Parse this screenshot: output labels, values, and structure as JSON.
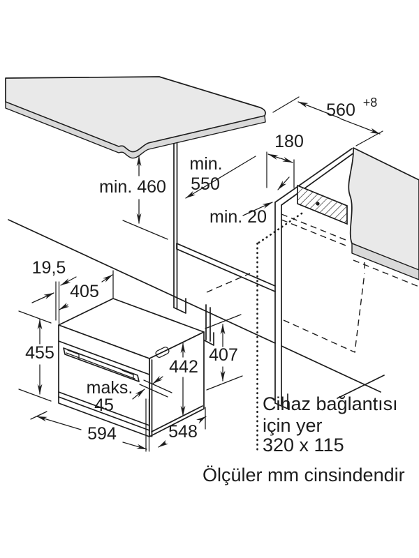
{
  "upper_dimensions": {
    "niche_height": "min. 460",
    "niche_depth_line1": "min.",
    "niche_depth_line2": "550",
    "connection_offset": "180",
    "niche_width": "560",
    "niche_width_tolerance": "+8",
    "rear_gap": "min. 20"
  },
  "oven_dimensions": {
    "front_overhang": "19,5",
    "top_depth": "405",
    "front_height": "455",
    "body_height": "442",
    "niche_opening_height": "407",
    "door_protrusion_line1": "maks.",
    "door_protrusion_line2": "45",
    "width": "594",
    "depth": "548"
  },
  "notes": {
    "connection_area_line1": "Cihaz bağlantısı",
    "connection_area_line2": "için yer",
    "connection_area_line3": "320 x 115",
    "units_note": "Ölçüler mm cinsindendir"
  },
  "colors": {
    "line": "#1c1c1c",
    "surface": "#e9e9e9",
    "edge_band": "#d9d9d9",
    "background": "#ffffff"
  }
}
